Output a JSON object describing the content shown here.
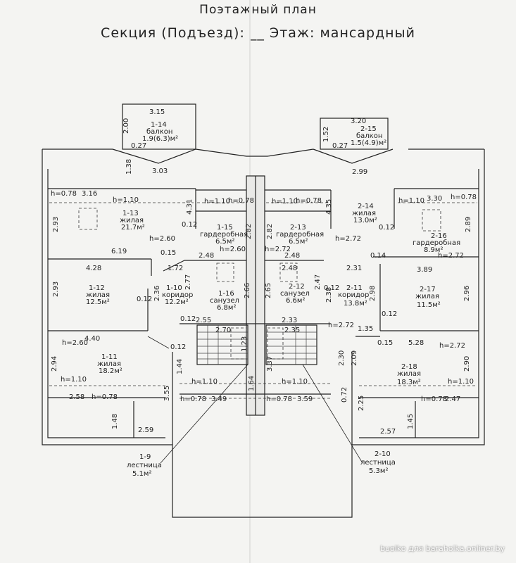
{
  "header": {
    "title": "Поэтажный план",
    "section_line": "Секция (Подъезд): __     Этаж: мансардный"
  },
  "rooms": [
    {
      "id": "1-14",
      "name": "балкон",
      "area": "1.9(6.3)м²"
    },
    {
      "id": "2-15",
      "name": "балкон",
      "area": "1.5(4.9)м²"
    },
    {
      "id": "1-13",
      "name": "жилая",
      "area": "21.7м²"
    },
    {
      "id": "2-14",
      "name": "жилая",
      "area": "13.0м²"
    },
    {
      "id": "1-15",
      "name": "гардеробная",
      "area": "6.5м²"
    },
    {
      "id": "2-13",
      "name": "гардеробная",
      "area": "6.5м²"
    },
    {
      "id": "2-16",
      "name": "гардеробная",
      "area": "8.9м²"
    },
    {
      "id": "1-12",
      "name": "жилая",
      "area": "12.5м²"
    },
    {
      "id": "1-10",
      "name": "коридор",
      "area": "12.2м²"
    },
    {
      "id": "1-16",
      "name": "санузел",
      "area": "6.8м²"
    },
    {
      "id": "2-12",
      "name": "санузел",
      "area": "6.6м²"
    },
    {
      "id": "2-11",
      "name": "коридор",
      "area": "13.8м²"
    },
    {
      "id": "2-17",
      "name": "жилая",
      "area": "11.5м²"
    },
    {
      "id": "1-11",
      "name": "жилая",
      "area": "18.2м²"
    },
    {
      "id": "2-18",
      "name": "жилая",
      "area": "18.3м²"
    },
    {
      "id": "1-9",
      "name": "лестница",
      "area": "5.1м²"
    },
    {
      "id": "2-10",
      "name": "лестница",
      "area": "5.3м²"
    }
  ],
  "dims": {
    "d315": "3.15",
    "d200": "2.00",
    "d027a": "0.27",
    "d303": "3.03",
    "d138": "1.38",
    "d320": "3.20",
    "d152": "1.52",
    "d027b": "0.27",
    "d299": "2.99",
    "h078a": "h=0.78",
    "d316": "3.16",
    "h110a": "h=1.10",
    "d293a": "2.93",
    "d431": "4.31",
    "d012a": "0.12",
    "h110b": "h=1.10",
    "h078b": "h=0.78",
    "h110c": "h=1.10",
    "h078c": "h=0.78",
    "d435": "4.35",
    "h110d": "h=1.10",
    "d330": "3.30",
    "h078d": "h=0.78",
    "d289": "2.89",
    "d012b": "0.12",
    "h260a": "h=2.60",
    "d282a": "2.82",
    "d282b": "2.82",
    "h272a": "h=2.72",
    "d619": "6.19",
    "d015a": "0.15",
    "d248a": "2.48",
    "h260b": "h=2.60",
    "h272b": "h=2.72",
    "d248b": "2.48",
    "d014": "0.14",
    "h272c": "h=2.72",
    "d428": "4.28",
    "d172": "1.72",
    "d248c": "2.48",
    "d231": "2.31",
    "d389": "3.89",
    "d293b": "2.93",
    "d236": "2.36",
    "d012c": "0.12",
    "d277": "2.77",
    "d266": "2.66",
    "d265": "2.65",
    "d012d": "0.12",
    "d238": "2.38",
    "d247": "2.47",
    "d298": "2.98",
    "d296": "2.96",
    "d012e": "0.12",
    "d255": "2.55",
    "d233": "2.33",
    "d012f": "0.12",
    "h272d": "h=2.72",
    "d135": "1.35",
    "d440": "4.40",
    "h260c": "h=2.60",
    "d270": "2.70",
    "d235": "2.35",
    "d012g": "0.12",
    "d015b": "0.15",
    "d528": "5.28",
    "h272e": "h=2.72",
    "d294": "2.94",
    "d223": "1.23",
    "d337": "3.37",
    "d230": "2.30",
    "d209": "2.09",
    "d290": "2.90",
    "h110e": "h=1.10",
    "d144": "1.44",
    "h110f": "h=1.10",
    "d164": "1.64",
    "h110g": "h=1.10",
    "h110h": "h=1.10",
    "d258": "2.58",
    "h078e": "h=0.78",
    "d355": "3.55",
    "h078f": "h=0.78",
    "d349": "3.49",
    "h078g": "h=0.78",
    "d359": "3.59",
    "d072": "0.72",
    "d225": "2.25",
    "h078h": "h=0.78",
    "d247b": "2.47",
    "d148": "1.48",
    "d259": "2.59",
    "d257": "2.57",
    "d145": "1.45"
  },
  "watermark": "buolko для baraholka.onliner.by"
}
